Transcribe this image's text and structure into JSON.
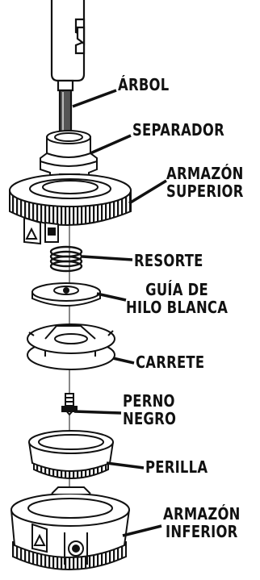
{
  "labels": {
    "arbol": "ÁRBOL",
    "separador": "SEPARADOR",
    "armazon_superior": [
      "ARMAZÓN",
      "SUPERIOR"
    ],
    "resorte": "RESORTE",
    "guia": [
      "GUÍA DE",
      "HILO BLANCA"
    ],
    "carrete": "CARRETE",
    "perno": [
      "PERNO",
      "NEGRO"
    ],
    "perilla": "PERILLA",
    "armazon_inferior": [
      "ARMAZÓN",
      "INFERIOR"
    ]
  }
}
